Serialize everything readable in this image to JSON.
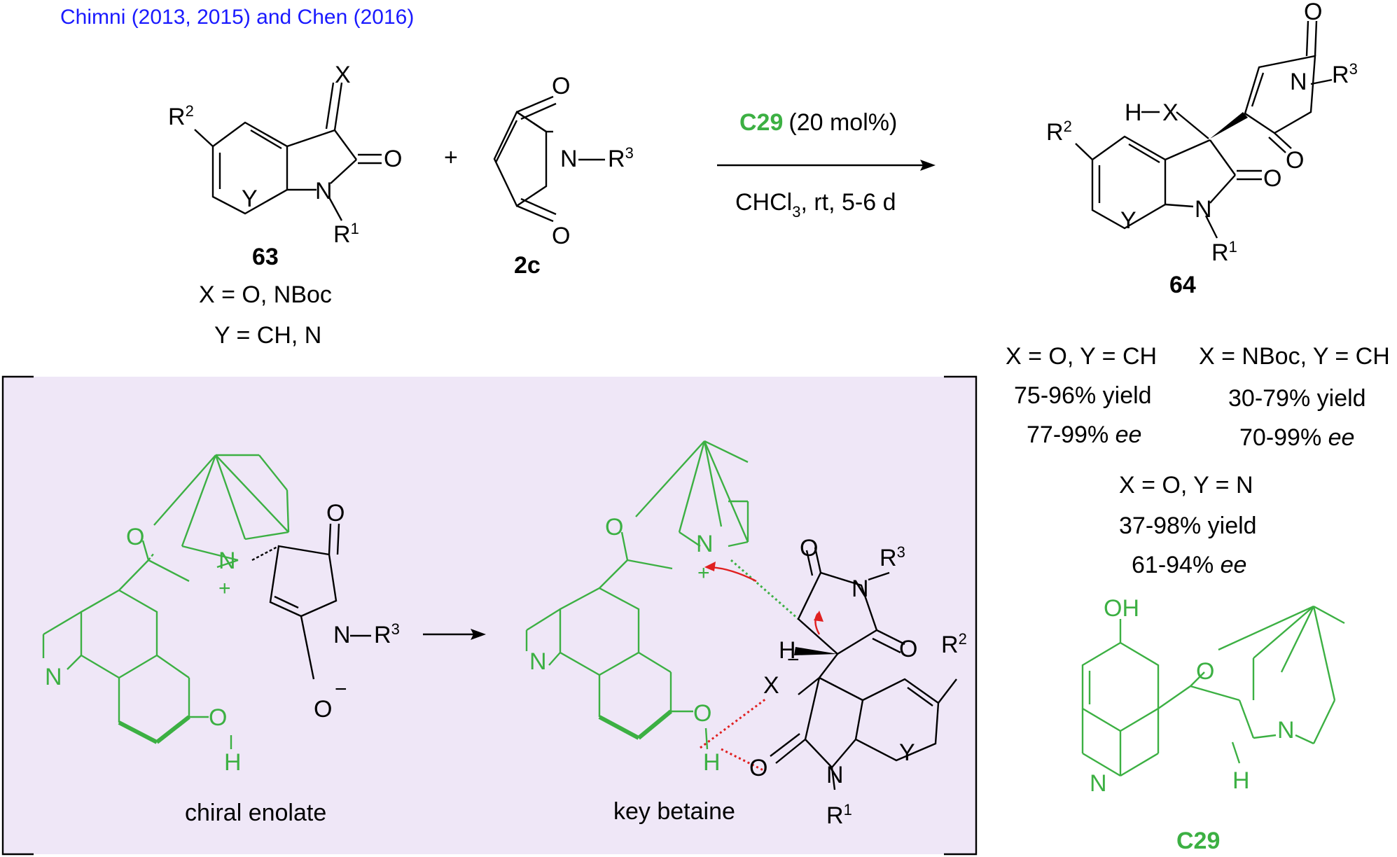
{
  "header": {
    "citation": "Chimni (2013, 2015) and Chen (2016)",
    "citation_color": "#1a1aff"
  },
  "colors": {
    "catalyst": "#3cb043",
    "mechanism_panel_bg": "#efe7f7",
    "arrow_curly": "#e02020",
    "hbond": "#e02020"
  },
  "reaction": {
    "reactant1": {
      "id": "63",
      "X": "X",
      "Y": "Y",
      "O": "O",
      "N": "N",
      "R2": "R",
      "R2_sup": "2",
      "R1": "R",
      "R1_sup": "1",
      "cond_X": "X  = O, NBoc",
      "cond_Y": "Y = CH, N"
    },
    "plus": "+",
    "reactant2": {
      "id": "2c",
      "O_top": "O",
      "O_bot": "O",
      "N": "N",
      "R3": "R",
      "R3_sup": "3"
    },
    "catalyst_label": "C29",
    "catalyst_loading": "(20 mol%)",
    "solvent_main": "CHCl",
    "solvent_sub": "3",
    "solvent_rest": ", rt, 5-6 d",
    "product": {
      "id": "64",
      "HX": "H",
      "X": "X",
      "O1": "O",
      "O2": "O",
      "O3": "O",
      "N1": "N",
      "N2": "N",
      "Y": "Y",
      "R1": "R",
      "R1_sup": "1",
      "R2": "R",
      "R2_sup": "2",
      "R3": "R",
      "R3_sup": "3"
    }
  },
  "results": [
    {
      "cond": "X = O, Y = CH",
      "yield": "75-96% yield",
      "ee_num": "77-99% ",
      "ee": "ee"
    },
    {
      "cond": "X = NBoc, Y = CH",
      "yield": "30-79% yield",
      "ee_num": "70-99% ",
      "ee": "ee"
    },
    {
      "cond": "X = O, Y = N",
      "yield": "37-98% yield",
      "ee_num": "61-94% ",
      "ee": "ee"
    }
  ],
  "mechanism": {
    "enolate_caption": "chiral enolate",
    "betaine_caption": "key betaine",
    "atoms": {
      "O": "O",
      "N": "N",
      "H": "H",
      "X": "X",
      "Y": "Y",
      "R": "R",
      "s1": "1",
      "s2": "2",
      "s3": "3",
      "plus": "+",
      "minus": "−"
    }
  },
  "catalyst": {
    "label": "C29",
    "OH": "OH",
    "O": "O",
    "N": "N",
    "H": "H"
  }
}
